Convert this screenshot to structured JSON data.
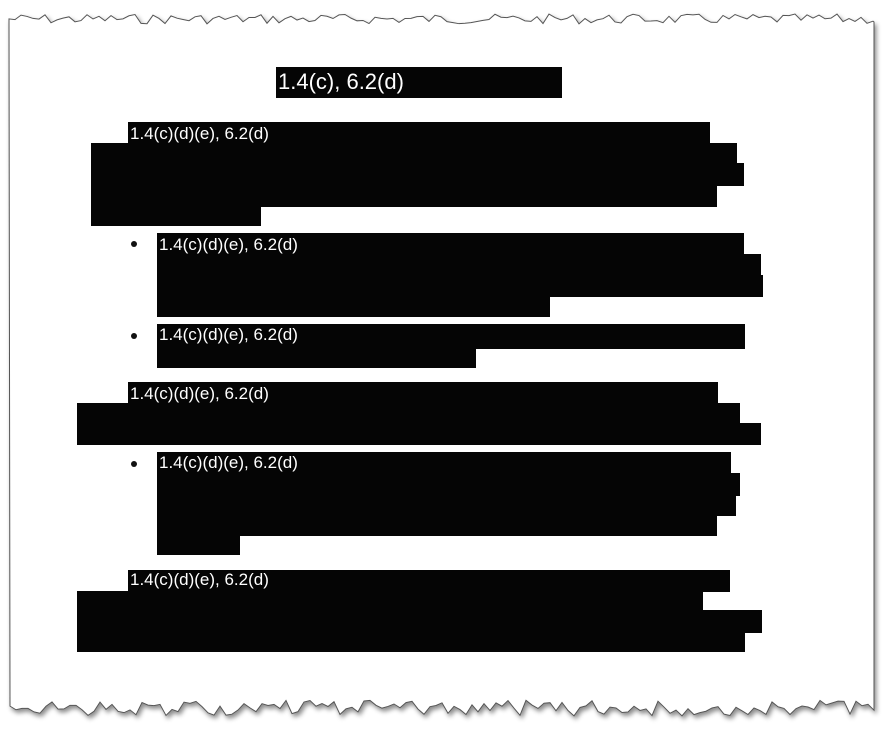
{
  "document": {
    "title_redaction": "1.4(c), 6.2(d)",
    "paragraphs": [
      {
        "type": "paragraph",
        "redaction": "1.4(c)(d)(e), 6.2(d)"
      },
      {
        "type": "bullet",
        "redaction": "1.4(c)(d)(e), 6.2(d)"
      },
      {
        "type": "bullet",
        "redaction": "1.4(c)(d)(e), 6.2(d)"
      },
      {
        "type": "paragraph",
        "redaction": "1.4(c)(d)(e), 6.2(d)"
      },
      {
        "type": "bullet",
        "redaction": "1.4(c)(d)(e), 6.2(d)"
      },
      {
        "type": "paragraph",
        "redaction": "1.4(c)(d)(e), 6.2(d)"
      }
    ]
  }
}
